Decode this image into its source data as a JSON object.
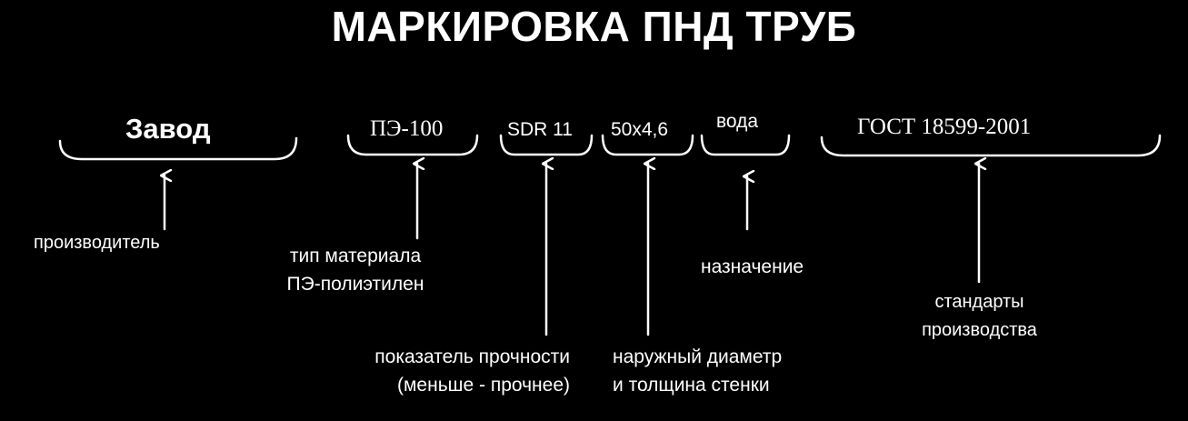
{
  "title": "МАРКИРОВКА ПНД ТРУБ",
  "segments": [
    {
      "id": "manufacturer",
      "text": "Завод"
    },
    {
      "id": "material",
      "text": "ПЭ-100"
    },
    {
      "id": "sdr",
      "text": "SDR 11"
    },
    {
      "id": "size",
      "text": "50х4,6"
    },
    {
      "id": "purpose",
      "text": "вода"
    },
    {
      "id": "standard",
      "text": "ГОСТ 18599-2001"
    }
  ],
  "labels": {
    "manufacturer": [
      "производитель"
    ],
    "material": [
      "тип материала",
      "ПЭ-полиэтилен"
    ],
    "sdr": [
      "показатель прочности",
      "(меньше - прочнее)"
    ],
    "size": [
      "наружный диаметр",
      "и толщина стенки"
    ],
    "purpose": [
      "назначение"
    ],
    "standard": [
      "стандарты",
      "производства"
    ]
  },
  "colors": {
    "background": "#000000",
    "foreground": "#ffffff"
  }
}
